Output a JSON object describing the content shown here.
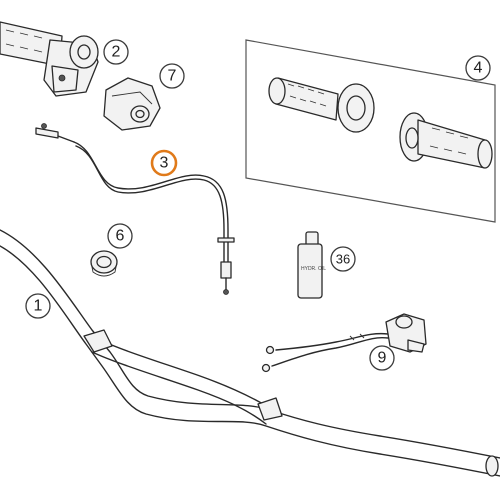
{
  "callouts": [
    {
      "id": "handlebar",
      "label": "1"
    },
    {
      "id": "throttle-grip",
      "label": "2"
    },
    {
      "id": "throttle-cable",
      "label": "3",
      "highlighted": true,
      "highlight_color": "#e07a1a"
    },
    {
      "id": "grip-set",
      "label": "4"
    },
    {
      "id": "ring",
      "label": "6"
    },
    {
      "id": "throttle-cover",
      "label": "7"
    },
    {
      "id": "kill-switch",
      "label": "9"
    },
    {
      "id": "oil-bottle",
      "label": "36"
    }
  ],
  "bottle": {
    "text": "HYDR. OIL"
  },
  "colors": {
    "line": "#2a2a2a",
    "highlight": "#e07a1a",
    "background": "#ffffff"
  }
}
